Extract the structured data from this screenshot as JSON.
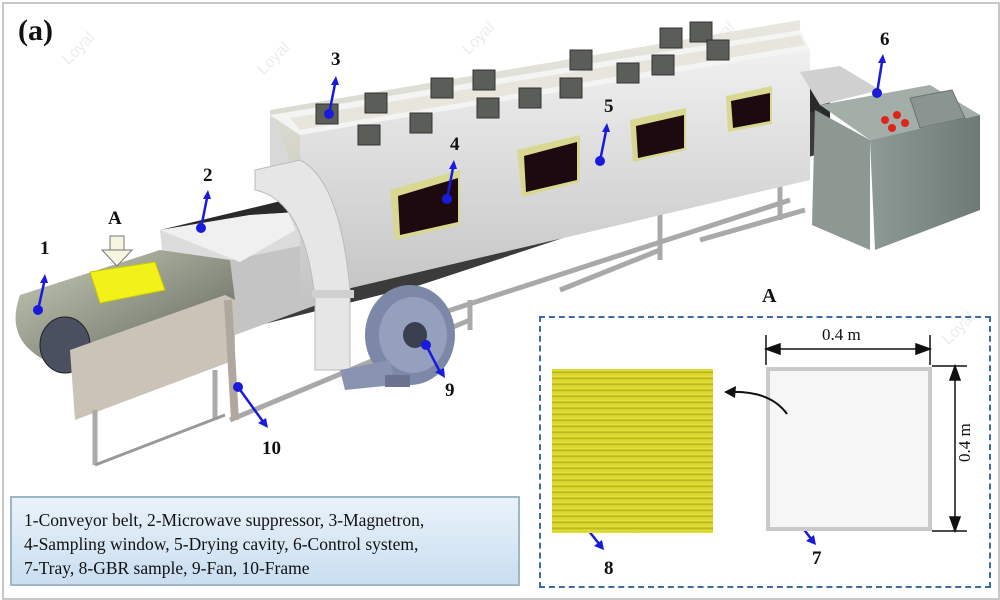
{
  "figure": {
    "panel_label": "(a)",
    "components": [
      {
        "id": "1",
        "label": "1"
      },
      {
        "id": "2",
        "label": "2"
      },
      {
        "id": "3",
        "label": "3"
      },
      {
        "id": "4",
        "label": "4"
      },
      {
        "id": "5",
        "label": "5"
      },
      {
        "id": "6",
        "label": "6"
      },
      {
        "id": "7",
        "label": "7"
      },
      {
        "id": "8",
        "label": "8"
      },
      {
        "id": "9",
        "label": "9"
      },
      {
        "id": "10",
        "label": "10"
      }
    ],
    "detail_marker": "A",
    "inset": {
      "title": "A",
      "width_dimension": "0.4 m",
      "height_dimension": "0.4 m"
    },
    "legend": {
      "line1": "1-Conveyor belt, 2-Microwave suppressor, 3-Magnetron,",
      "line2": "4-Sampling window, 5-Drying cavity, 6-Control system,",
      "line3": "7-Tray, 8-GBR sample, 9-Fan, 10-Frame"
    },
    "watermark": "Loyal",
    "colors": {
      "pointer": "#1a1adc",
      "sample": "#d8d42a",
      "inset_border": "#3a6ea5",
      "belt_sample": "#f2f21a",
      "control_buttons": "#e0241c"
    }
  }
}
